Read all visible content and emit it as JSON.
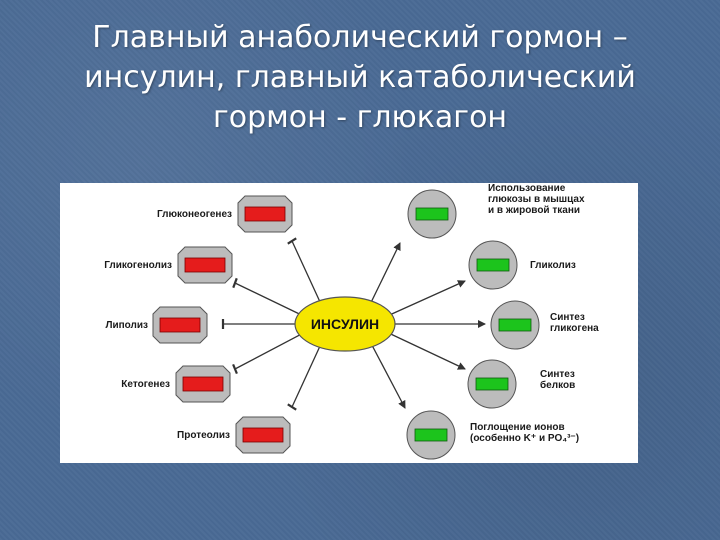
{
  "title": {
    "line1": "Главный анаболический гормон –",
    "line2": "инсулин, главный катаболический",
    "line3": "гормон - глюкагон"
  },
  "diagram": {
    "center": "ИНСУЛИН",
    "inhibited": [
      "Глюконеогенез",
      "Гликогенолиз",
      "Липолиз",
      "Кетогенез",
      "Протеолиз"
    ],
    "stimulated": [
      [
        "Использование",
        "глюкозы в мышцах",
        "и в жировой ткани"
      ],
      [
        "Гликолиз"
      ],
      [
        "Синтез",
        "гликогена"
      ],
      [
        "Синтез",
        "белков"
      ],
      [
        "Поглощение ионов",
        "(особенно K⁺ и PO₄³⁻)"
      ]
    ],
    "colors": {
      "inhibited_fill": "#e51c1c",
      "stimulated_fill": "#1cc41c",
      "center_fill": "#f5e600",
      "arrow": "#333333"
    }
  }
}
